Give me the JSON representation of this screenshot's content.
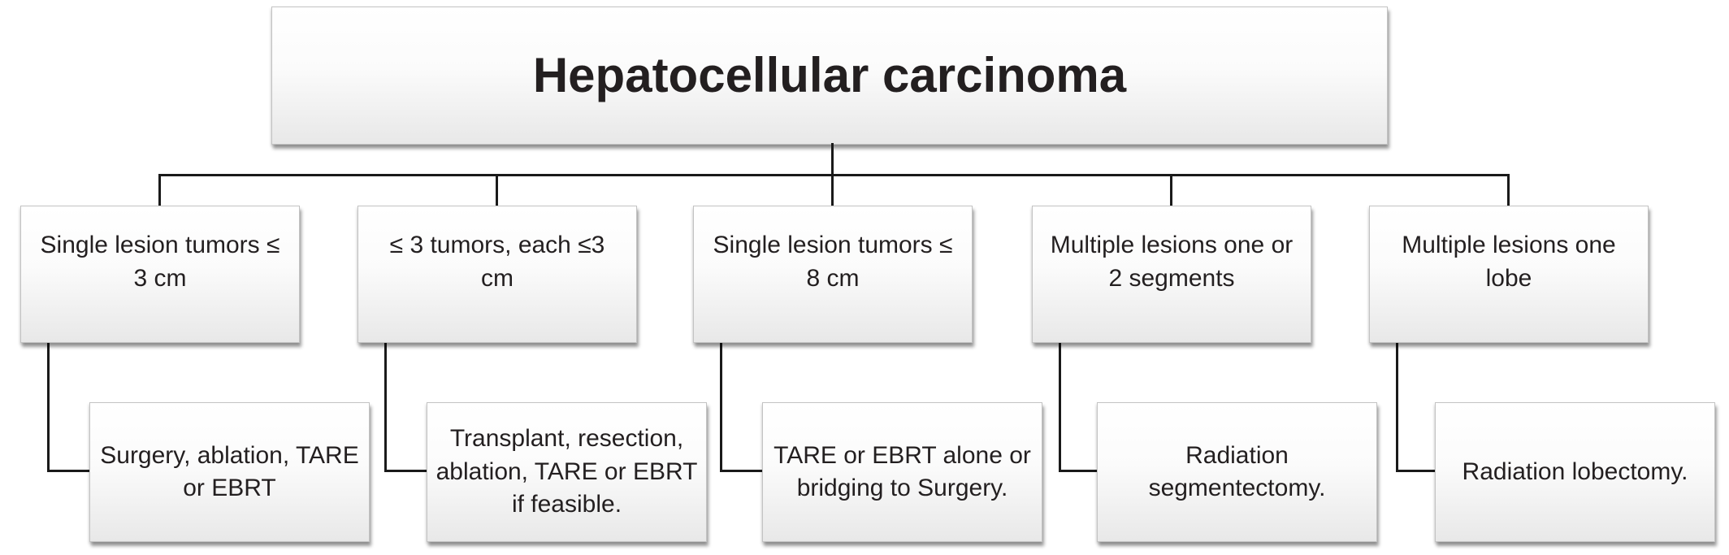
{
  "figure": {
    "title": "Hepatocellular carcinoma"
  },
  "branches": [
    {
      "condition": "Single lesion tumors ≤\n3 cm",
      "treatment": "Surgery, ablation, TARE\nor EBRT"
    },
    {
      "condition": "≤ 3 tumors, each ≤3\ncm",
      "treatment": "Transplant, resection,\nablation, TARE or EBRT\nif feasible."
    },
    {
      "condition": "Single lesion tumors ≤\n8 cm",
      "treatment": "TARE or EBRT alone or\nbridging to Surgery."
    },
    {
      "condition": "Multiple lesions one or\n2 segments",
      "treatment": "Radiation\nsegmentectomy."
    },
    {
      "condition": "Multiple lesions one\nlobe",
      "treatment": "Radiation lobectomy."
    }
  ],
  "colors": {
    "line": "#1a1a1a",
    "text": "#231f20",
    "box-border": "#c3c3c3",
    "box-top": "#ffffff",
    "box-bottom": "#e8e8e8"
  }
}
